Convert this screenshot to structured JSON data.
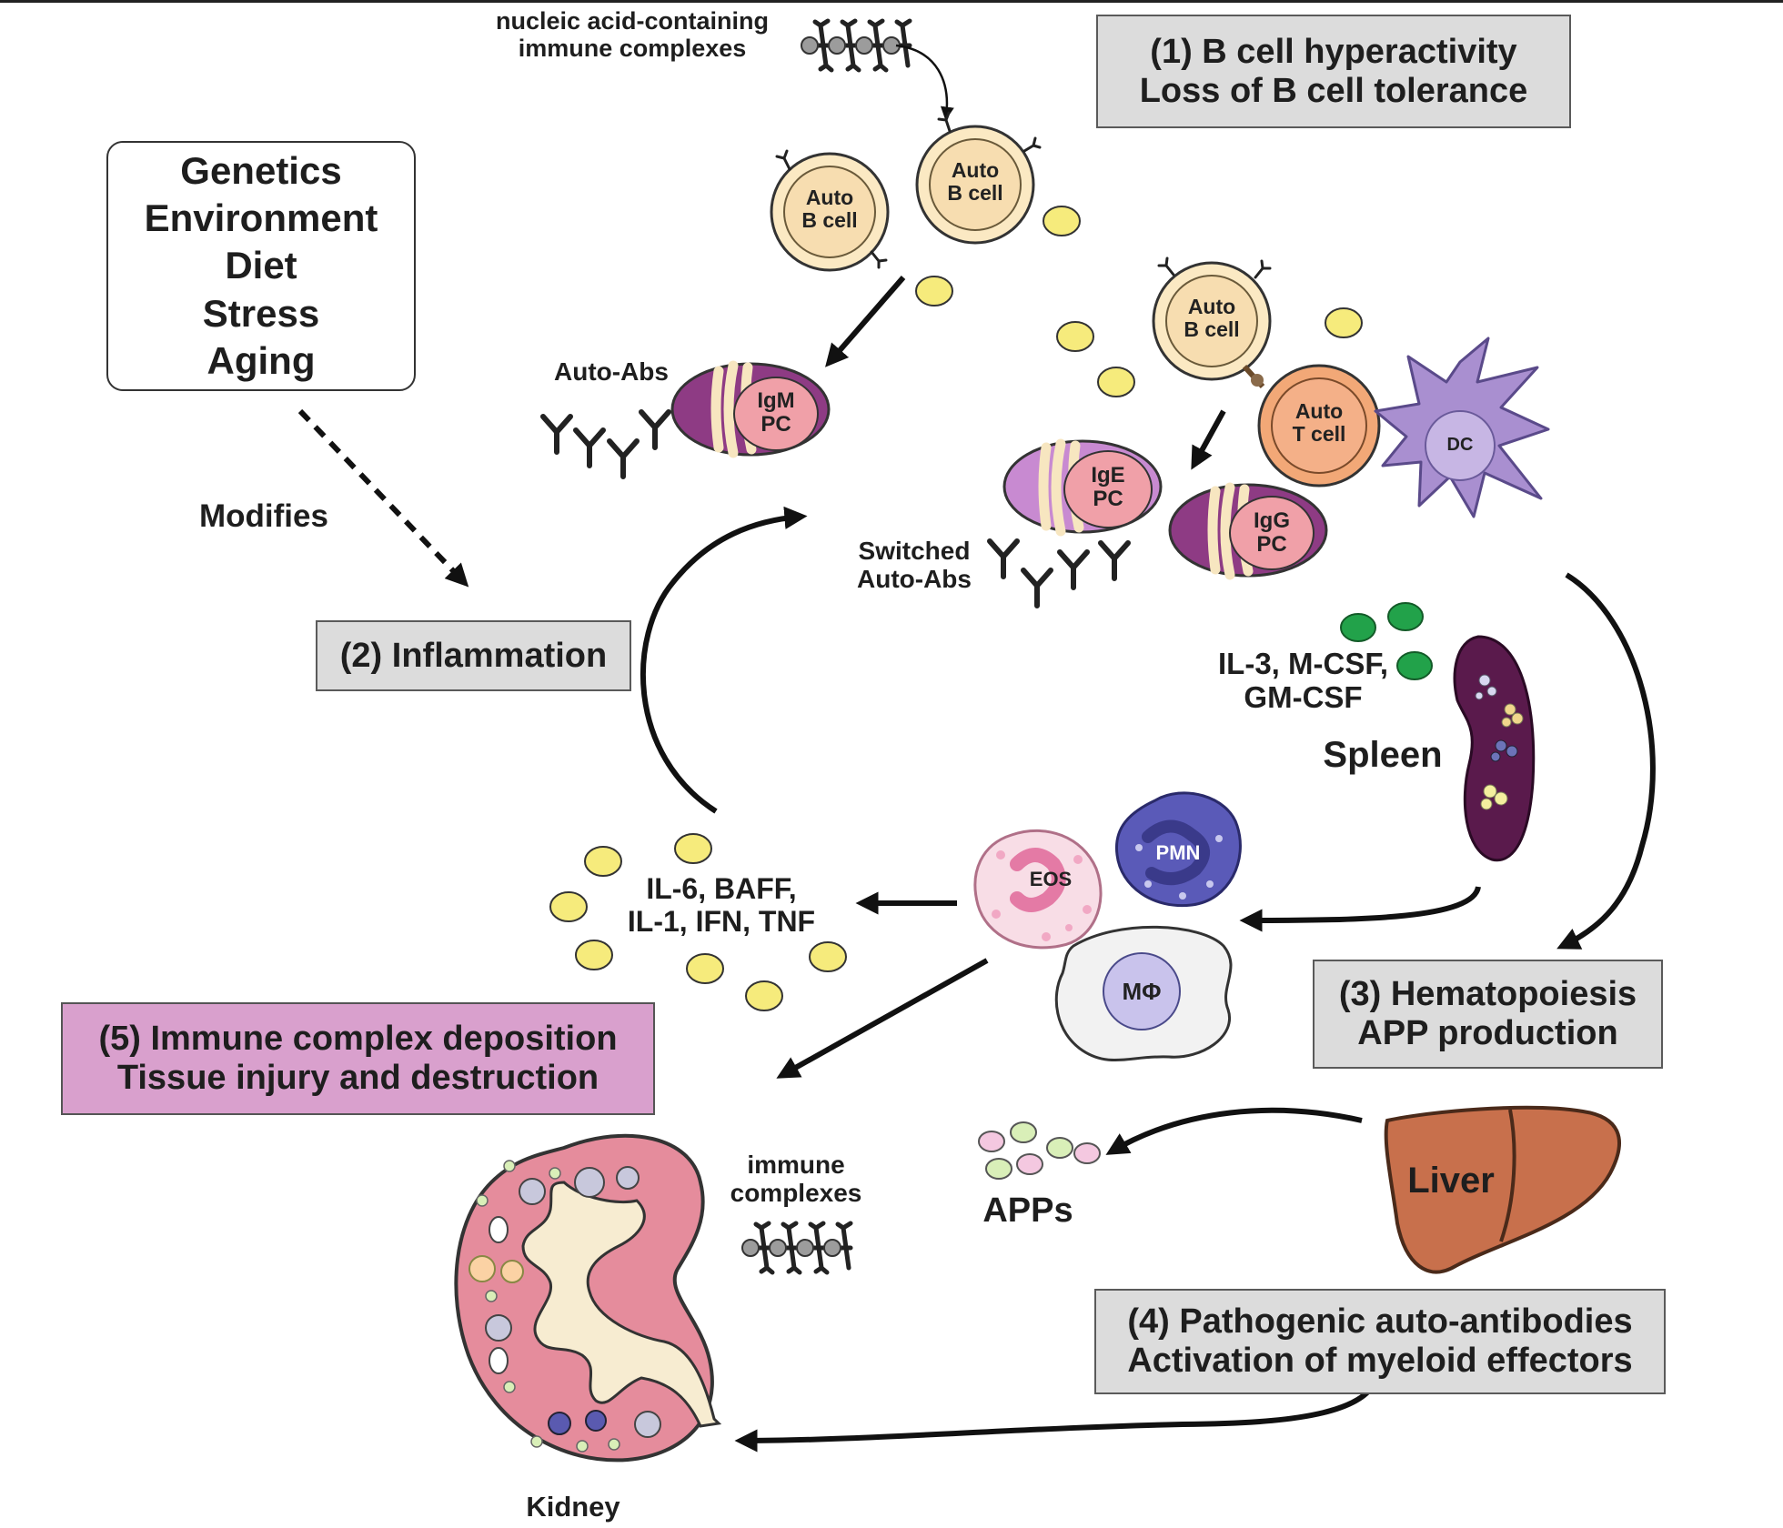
{
  "boxes": {
    "step1": {
      "line1": "(1) B cell hyperactivity",
      "line2": "Loss of B cell tolerance"
    },
    "step2": {
      "line1": "(2) Inflammation"
    },
    "step3": {
      "line1": "(3) Hematopoiesis",
      "line2": "APP production"
    },
    "step4": {
      "line1": "(4) Pathogenic auto-antibodies",
      "line2": "Activation of myeloid effectors"
    },
    "step5": {
      "line1": "(5) Immune complex deposition",
      "line2": "Tissue injury and destruction"
    },
    "factors": [
      "Genetics",
      "Environment",
      "Diet",
      "Stress",
      "Aging"
    ]
  },
  "labels": {
    "nucleic_1": "nucleic acid-containing",
    "nucleic_2": "immune complexes",
    "modifies": "Modifies",
    "auto_abs": "Auto-Abs",
    "switched_1": "Switched",
    "switched_2": "Auto-Abs",
    "csf_1": "IL-3, M-CSF,",
    "csf_2": "GM-CSF",
    "spleen": "Spleen",
    "cytokines_1": "IL-6, BAFF,",
    "cytokines_2": "IL-1, IFN, TNF",
    "apps": "APPs",
    "liver": "Liver",
    "immune_1": "immune",
    "immune_2": "complexes",
    "kidney": "Kidney"
  },
  "cells": {
    "auto_b": [
      "Auto",
      "B cell"
    ],
    "auto_t": [
      "Auto",
      "T cell"
    ],
    "dc": "DC",
    "igm": [
      "IgM",
      "PC"
    ],
    "ige": [
      "IgE",
      "PC"
    ],
    "igg": [
      "IgG",
      "PC"
    ],
    "eos": "EOS",
    "pmn": "PMN",
    "macrophage": "MΦ"
  },
  "colors": {
    "box_gray": "#dcdcdc",
    "box_pink": "#d9a0cd",
    "cytokine_yellow": "#f6eb7c",
    "csf_green": "#22a24a",
    "b_cell_fill": "#fbe9c3",
    "t_cell_fill": "#f2a877",
    "plasma_purple": "#8e3b84",
    "plasma_nucleus": "#f0a0a8",
    "dc_purple": "#a98fd0",
    "kidney_pink": "#e58c9c",
    "liver_brown": "#c8704c",
    "spleen_purple": "#5a1a4c"
  }
}
